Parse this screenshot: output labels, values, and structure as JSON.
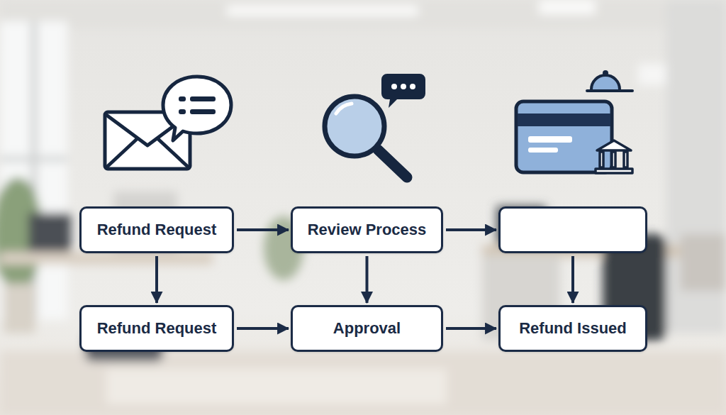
{
  "diagram": {
    "nodes": [
      {
        "text": [
          "Refund Request"
        ]
      },
      {
        "text": [
          "Review Process"
        ]
      },
      {
        "text": []
      },
      {
        "text": [
          "Refund Request"
        ]
      },
      {
        "text": [
          "Approval"
        ]
      },
      {
        "text": [
          "Refund Issued"
        ]
      }
    ],
    "edges": [
      {
        "from": 0,
        "to": 1,
        "arrow": "to"
      },
      {
        "from": 1,
        "to": 2,
        "arrow": "to"
      },
      {
        "from": 0,
        "to": 3,
        "arrow": "to"
      },
      {
        "from": 1,
        "to": 4,
        "arrow": "to"
      },
      {
        "from": 2,
        "to": 5,
        "arrow": "to"
      },
      {
        "from": 3,
        "to": 4,
        "arrow": "to"
      },
      {
        "from": 4,
        "to": 5,
        "arrow": "to"
      }
    ]
  }
}
